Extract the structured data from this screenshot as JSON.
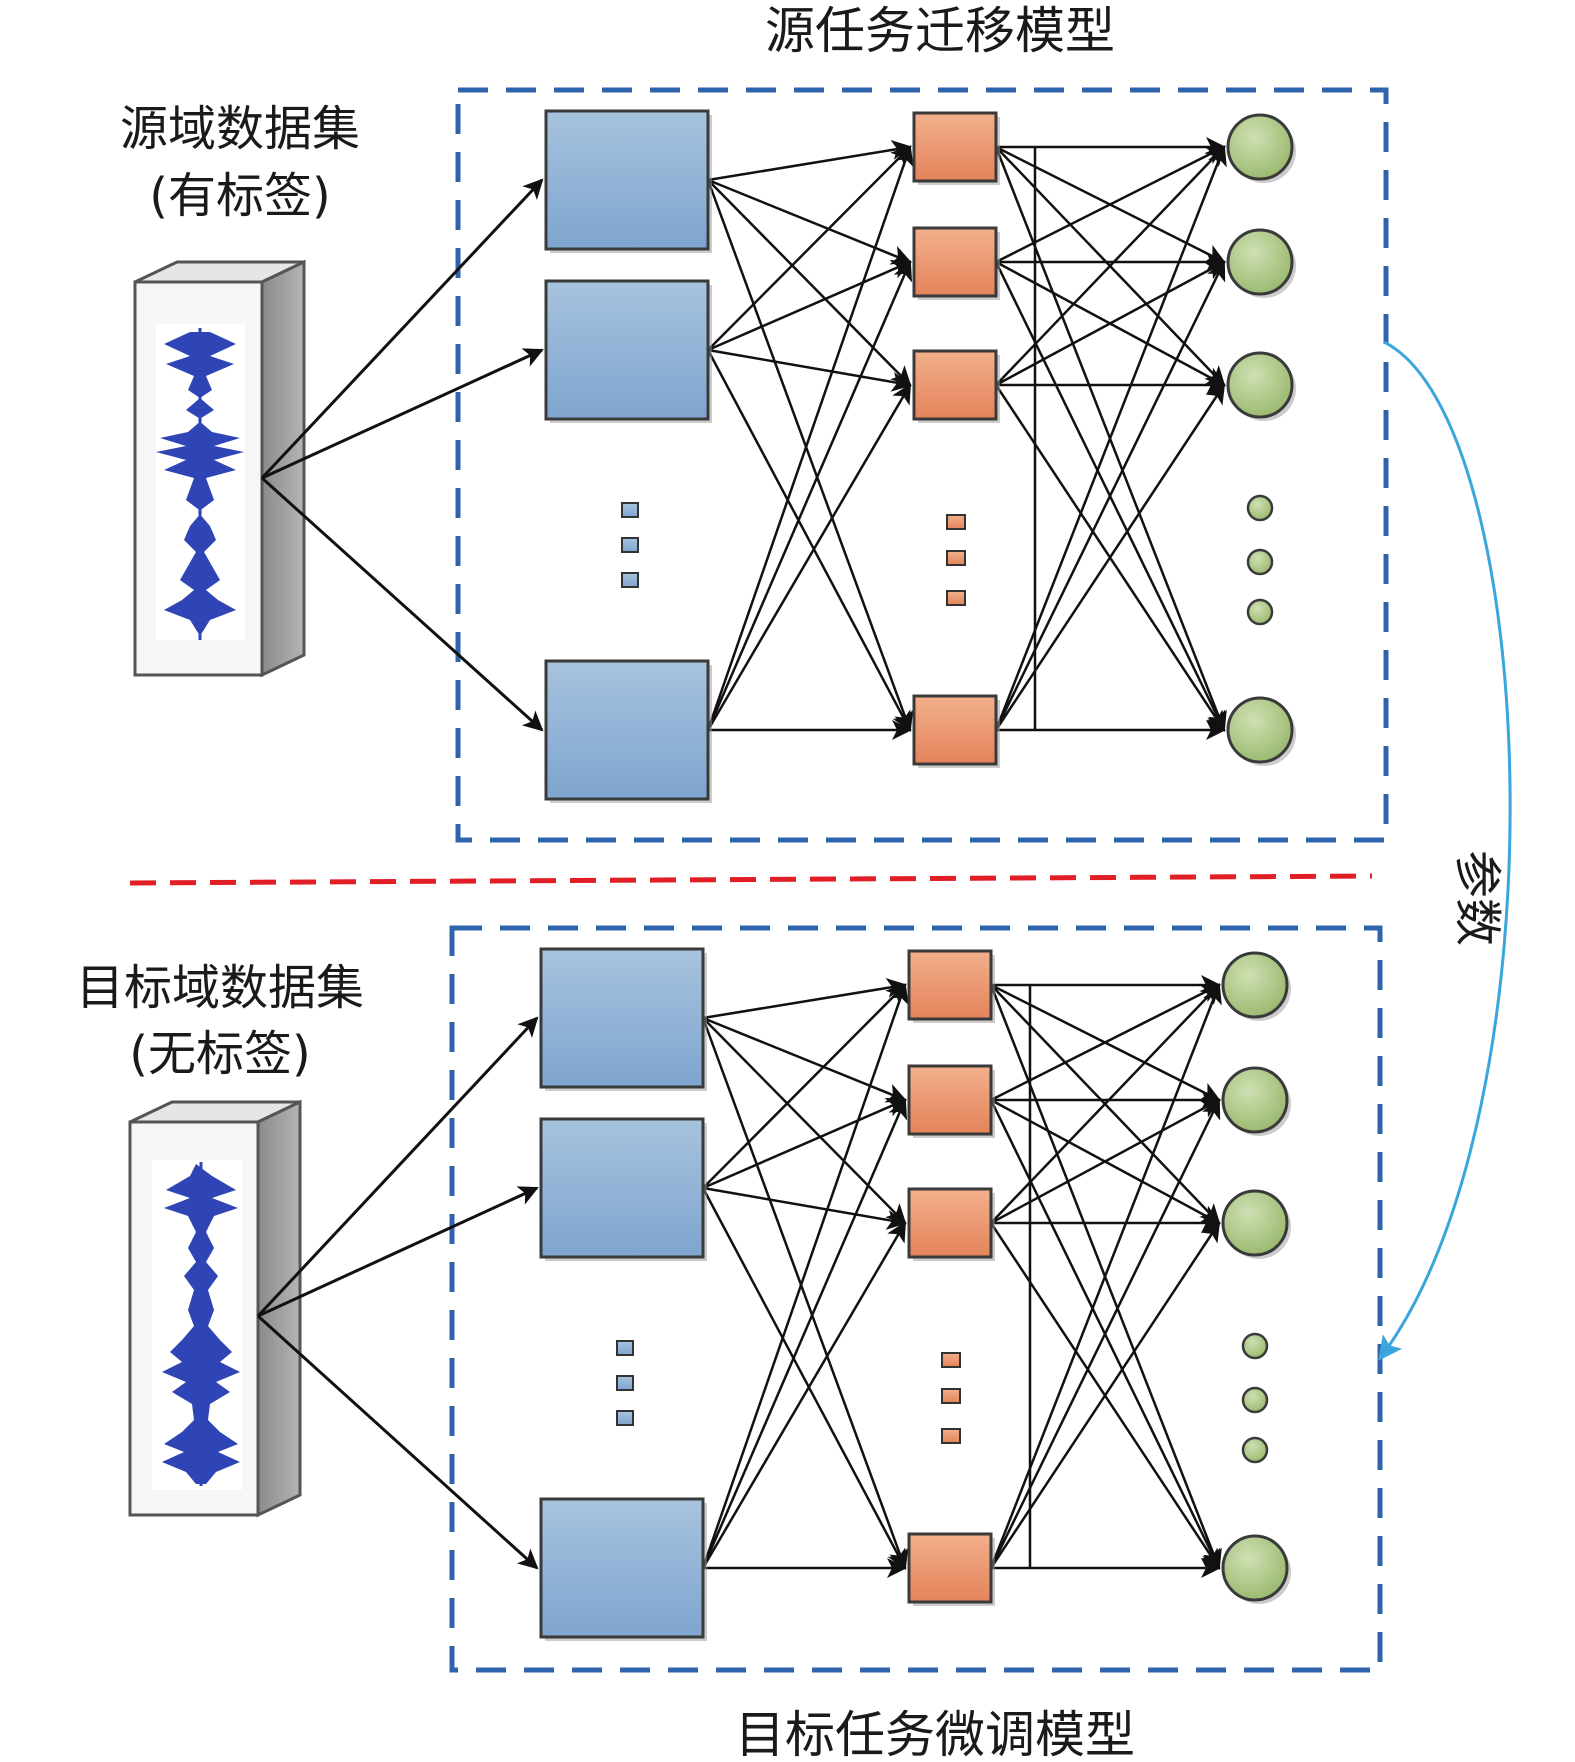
{
  "title_top": "源任务迁移模型",
  "title_bottom": "目标任务微调模型",
  "source": {
    "line1": "源域数据集",
    "line2": "(有标签)"
  },
  "target": {
    "line1": "目标域数据集",
    "line2": "(无标签)"
  },
  "transfer_label": "参数",
  "colors": {
    "dashed_border": "#2f64ad",
    "separator": "#e11d25",
    "transfer_arrow": "#3aa6dc",
    "blue_node": "#8aafd4",
    "orange_node": "#e9926a",
    "green_node": "#a9c47f",
    "waveform": "#2f45b5"
  }
}
